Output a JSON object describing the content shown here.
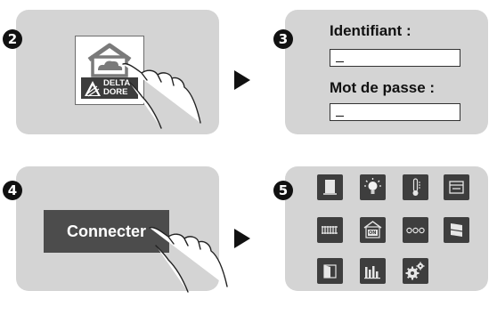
{
  "steps": {
    "step2": {
      "number": "2"
    },
    "step3": {
      "number": "3"
    },
    "step4": {
      "number": "4"
    },
    "step5": {
      "number": "5"
    }
  },
  "app": {
    "brand_line1": "DELTA",
    "brand_line2": "DORE",
    "icon": "house-cloud-icon"
  },
  "login": {
    "identifier_label": "Identifiant :",
    "identifier_value": "_",
    "password_label": "Mot de passe :",
    "password_value": "_"
  },
  "connect": {
    "label": "Connecter"
  },
  "tiles": {
    "on_label": "ON",
    "items": [
      "shutter-icon",
      "bulb-icon",
      "thermometer-icon",
      "panel-icon",
      "radiator-icon",
      "house-on-icon",
      "dots-icon",
      "portal-icon",
      "door-icon",
      "energy-bars-icon",
      "gears-icon"
    ]
  },
  "colors": {
    "panel_bg": "#d4d4d4",
    "tile_bg": "#3e3e3e",
    "button_bg": "#4c4c4c",
    "text": "#111111"
  }
}
